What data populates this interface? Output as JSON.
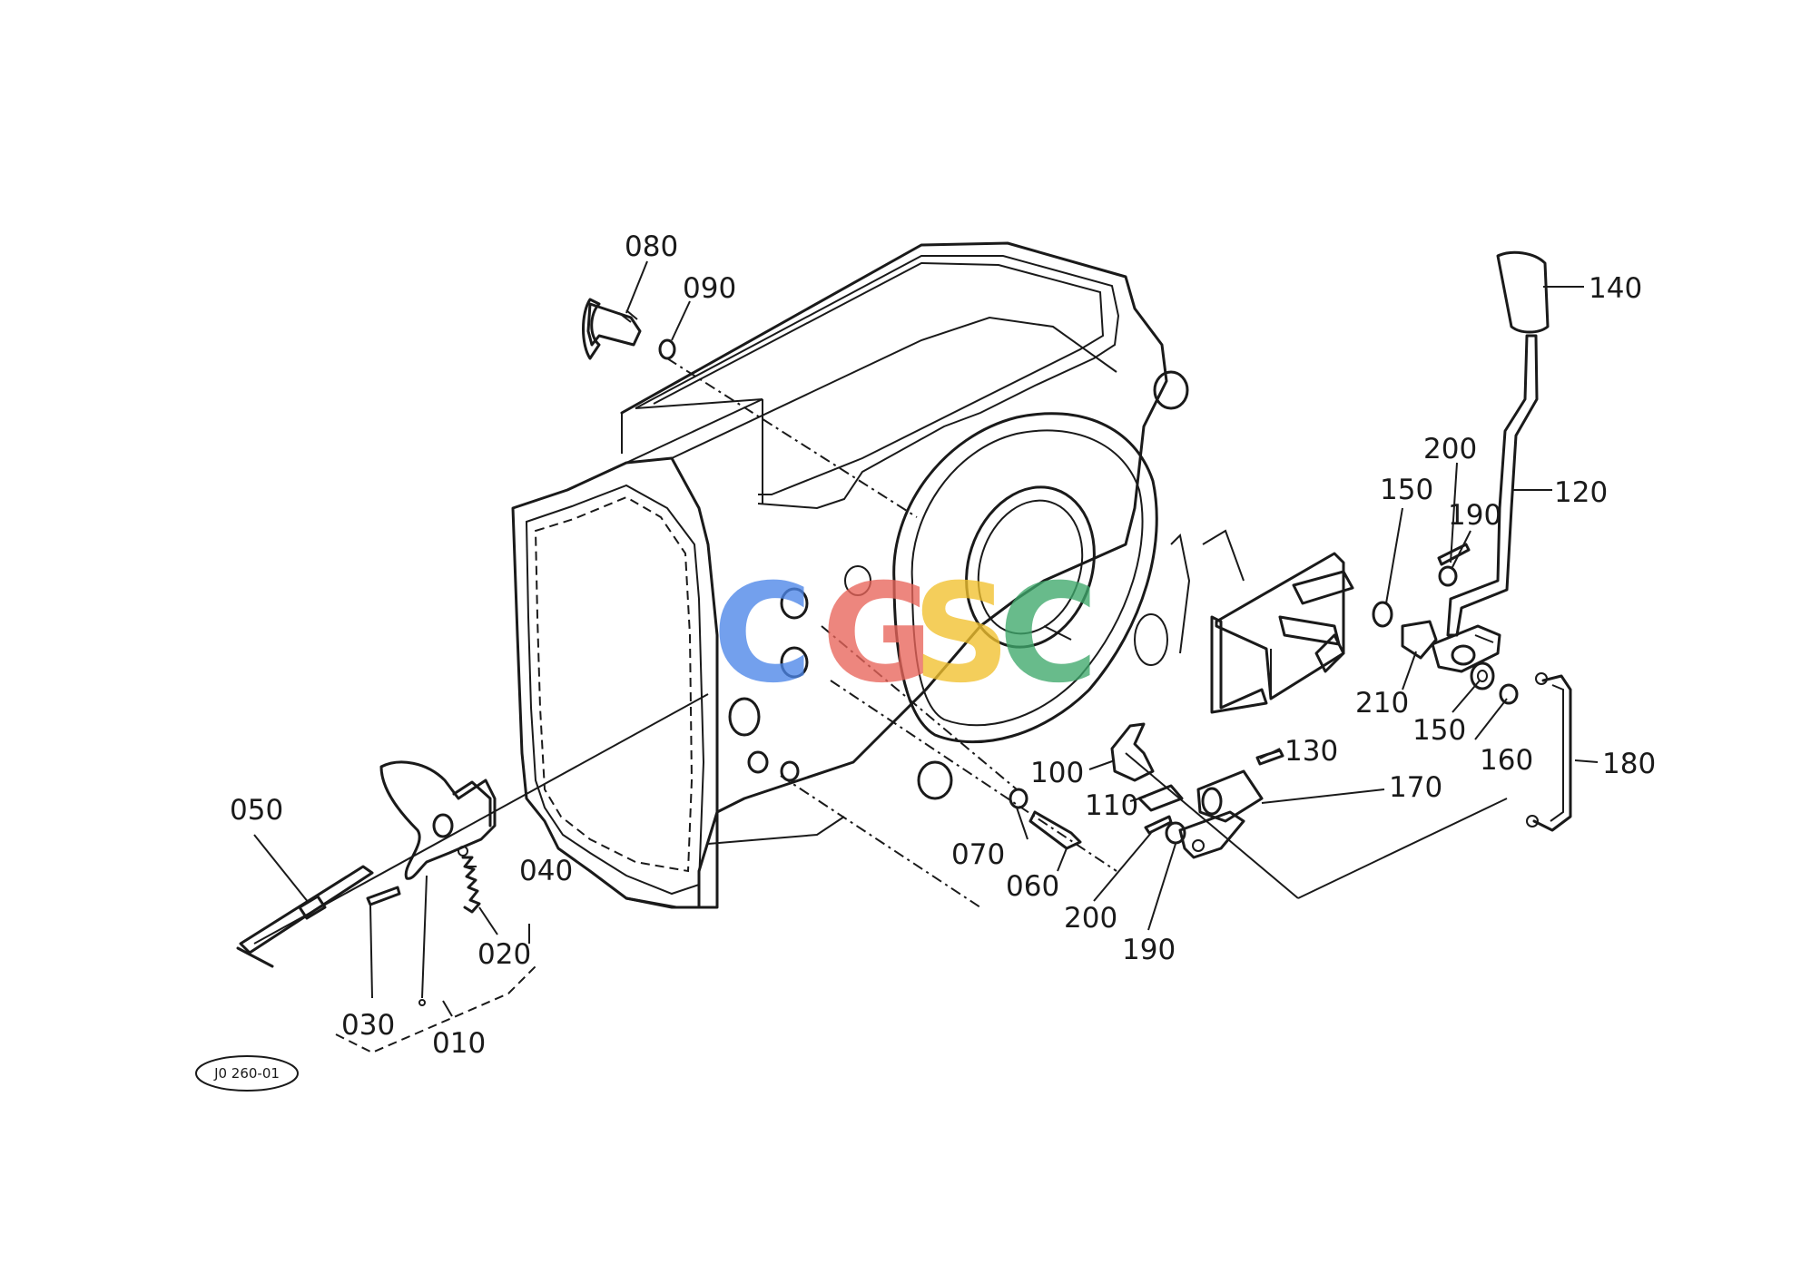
{
  "diagram": {
    "ref_code": "J0 260-01",
    "parts": {
      "p010": "010",
      "p020": "020",
      "p030": "030",
      "p040": "040",
      "p050": "050",
      "p060": "060",
      "p070": "070",
      "p080": "080",
      "p090": "090",
      "p100": "100",
      "p110": "110",
      "p120": "120",
      "p130": "130",
      "p140": "140",
      "p150a": "150",
      "p150b": "150",
      "p160": "160",
      "p170": "170",
      "p180": "180",
      "p190a": "190",
      "p190b": "190",
      "p200a": "200",
      "p200b": "200",
      "p210": "210"
    }
  },
  "watermark": {
    "letters": [
      "C",
      "G",
      "S",
      "C"
    ],
    "colors": [
      "#4d86e8",
      "#e8655a",
      "#f2c12e",
      "#3ea86b"
    ]
  }
}
